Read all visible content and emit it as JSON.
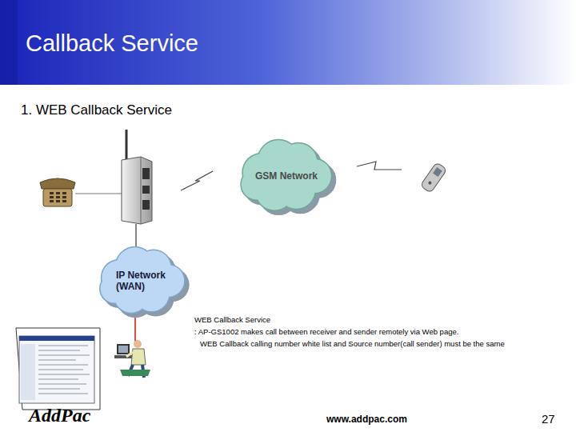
{
  "diagram": {
    "title": "Callback Service",
    "nodes": [
      {
        "text": [
          "GSM Network"
        ]
      },
      {
        "text": [
          "IP Network (WAN)"
        ]
      }
    ],
    "labels": [
      "1. WEB Callback Service",
      "WEB Callback Service",
      ": AP-GS1002 makes call between receiver and sender remotely via Web page.",
      "WEB Callback calling number white list and Source number(call sender) must be the same",
      "AddPac",
      "www.addpac.com",
      "27"
    ]
  }
}
